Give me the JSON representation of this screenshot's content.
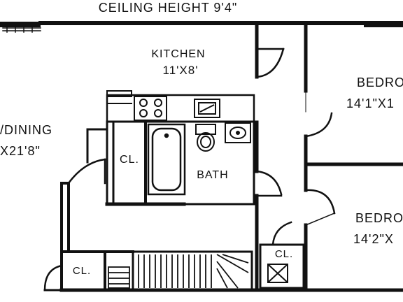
{
  "plan": {
    "ceiling_height": "CEILING HEIGHT 9'4\"",
    "colors": {
      "wall": "#111111",
      "background": "#ffffff"
    },
    "rooms": {
      "kitchen": {
        "name": "KITCHEN",
        "size": "11'X8'"
      },
      "living_dining": {
        "name": "/DINING",
        "size": "X21'8\""
      },
      "bath": {
        "name": "BATH"
      },
      "closet_1": {
        "name": "CL."
      },
      "closet_2": {
        "name": "CL."
      },
      "closet_3": {
        "name": "CL."
      },
      "bedroom_1": {
        "name": "BEDRO",
        "size": "14'1\"X1"
      },
      "bedroom_2": {
        "name": "BEDRO",
        "size": "14'2\"X"
      }
    },
    "fixtures": [
      "stove-icon",
      "sink-icon",
      "toilet-icon",
      "bathtub-icon",
      "vanity-icon",
      "stair-icon",
      "hvac-unit-icon"
    ]
  }
}
